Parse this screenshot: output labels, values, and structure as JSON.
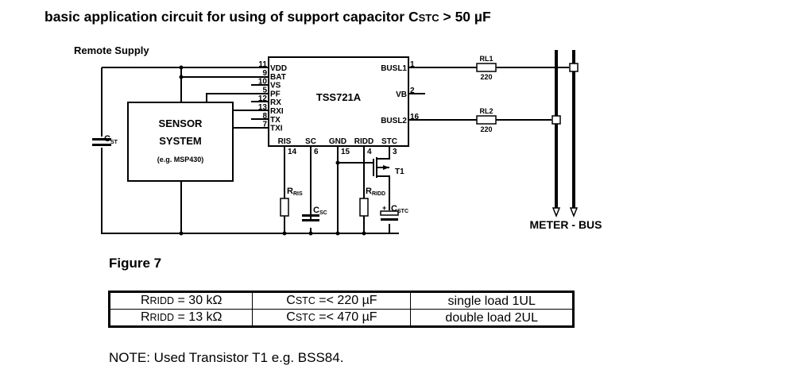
{
  "title": {
    "prefix": "basic application circuit for using of support capacitor C",
    "sub": "STC",
    "suffix": " > 50 µF"
  },
  "circuit": {
    "remote_supply": "Remote Supply",
    "sensor": {
      "line1": "SENSOR",
      "line2": "SYSTEM",
      "line3": "(e.g. MSP430)"
    },
    "ic": {
      "name": "TSS721A",
      "left_pins": [
        {
          "num": "11",
          "label": "VDD"
        },
        {
          "num": "9",
          "label": "BAT"
        },
        {
          "num": "10",
          "label": "VS"
        },
        {
          "num": "5",
          "label": "PF"
        },
        {
          "num": "12",
          "label": "RX"
        },
        {
          "num": "13",
          "label": "RXI"
        },
        {
          "num": "8",
          "label": "TX"
        },
        {
          "num": "7",
          "label": "TXI"
        }
      ],
      "right_pins": [
        {
          "num": "1",
          "label": "BUSL1"
        },
        {
          "num": "2",
          "label": "VB"
        },
        {
          "num": "16",
          "label": "BUSL2"
        }
      ],
      "bottom_pins": [
        {
          "num": "14",
          "label": "RIS"
        },
        {
          "num": "6",
          "label": "SC"
        },
        {
          "num": "15",
          "label": "GND"
        },
        {
          "num": "4",
          "label": "RIDD"
        },
        {
          "num": "3",
          "label": "STC"
        }
      ]
    },
    "components": {
      "cst": {
        "main": "C",
        "sub": "ST"
      },
      "rris": {
        "main": "R",
        "sub": "RIS"
      },
      "csc": {
        "main": "C",
        "sub": "SC"
      },
      "rridd": {
        "main": "R",
        "sub": "RIDD"
      },
      "cstc": {
        "main": "C",
        "sub": "STC",
        "polarity": "+"
      },
      "t1": "T1",
      "rl1": {
        "name": "RL1",
        "value": "220"
      },
      "rl2": {
        "name": "RL2",
        "value": "220"
      }
    },
    "bus_label": "METER - BUS"
  },
  "figure_label": "Figure 7",
  "table": {
    "rows": [
      [
        {
          "main": "R",
          "sub": "RIDD",
          "rest": " = 30 kΩ"
        },
        {
          "main": "C",
          "sub": "STC",
          "rest": " =< 220 µF"
        },
        {
          "text": "single load 1UL"
        }
      ],
      [
        {
          "main": "R",
          "sub": "RIDD",
          "rest": " = 13 kΩ"
        },
        {
          "main": "C",
          "sub": "STC",
          "rest": " =< 470 µF"
        },
        {
          "text": "double load 2UL"
        }
      ]
    ]
  },
  "note": "NOTE: Used Transistor T1 e.g. BSS84."
}
